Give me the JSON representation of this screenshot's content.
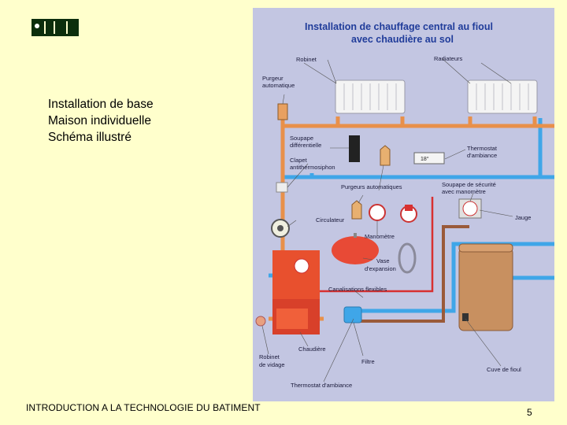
{
  "intro_lines": [
    "Installation de base",
    "Maison individuelle",
    "Schéma illustré"
  ],
  "footer_text": "INTRODUCTION A LA TECHNOLOGIE DU BATIMENT",
  "page_number": "5",
  "diagram": {
    "title_line1": "Installation de chauffage central au fioul",
    "title_line2": "avec chaudière au sol",
    "thermostat_display": "18°",
    "labels": {
      "robinet": "Robinet",
      "radiateurs": "Radiateurs",
      "purgeur_auto_1": "Purgeur",
      "purgeur_auto_2": "automatique",
      "soupape_diff_1": "Soupape",
      "soupape_diff_2": "différentielle",
      "clapet_1": "Clapet",
      "clapet_2": "antithermosiphon",
      "thermostat_1": "Thermostat",
      "thermostat_2": "d'ambiance",
      "purgeurs_auto": "Purgeurs automatiques",
      "soupape_secu_1": "Soupape de sécurité",
      "soupape_secu_2": "avec manomètre",
      "circulateur": "Circulateur",
      "jauge": "Jauge",
      "manometre": "Manomètre",
      "vase_1": "Vase",
      "vase_2": "d'expansion",
      "canalisations": "Canalisations flexibles",
      "chaudiere": "Chaudière",
      "robinet_vidage_1": "Robinet",
      "robinet_vidage_2": "de vidage",
      "filtre": "Filtre",
      "thermostat_bas": "Thermostat d'ambiance",
      "cuve": "Cuve de fioul"
    }
  }
}
